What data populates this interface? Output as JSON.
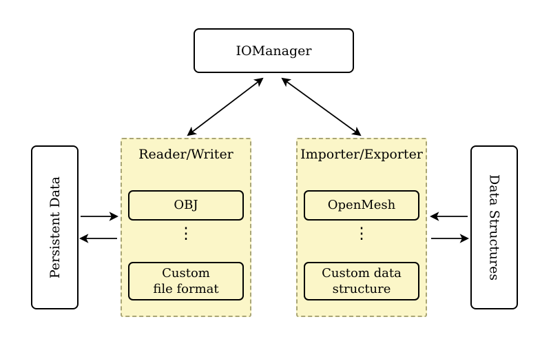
{
  "iomanager": {
    "label": "IOManager"
  },
  "persistent_data": {
    "label": "Persistent Data"
  },
  "data_structures": {
    "label": "Data Structures"
  },
  "reader_writer": {
    "title": "Reader/Writer",
    "top_item": "OBJ",
    "dots": "⋮",
    "bottom_item_line1": "Custom",
    "bottom_item_line2": "file format"
  },
  "importer_exporter": {
    "title": "Importer/Exporter",
    "top_item": "OpenMesh",
    "dots": "⋮",
    "bottom_item_line1": "Custom data",
    "bottom_item_line2": "structure"
  },
  "colors": {
    "background": "#ffffff",
    "group_fill": "#fbf6c8",
    "group_border": "#a9a574",
    "node_border": "#000000",
    "arrow": "#000000"
  }
}
